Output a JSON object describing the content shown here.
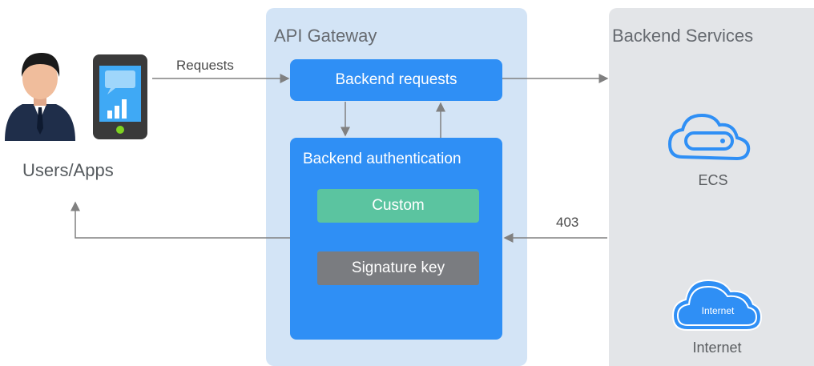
{
  "gateway": {
    "title": "API Gateway",
    "backend_requests_label": "Backend requests",
    "auth": {
      "title": "Backend authentication",
      "custom_label": "Custom",
      "signature_label": "Signature key"
    }
  },
  "backend": {
    "title": "Backend Services",
    "ecs_label": "ECS",
    "internet_cloud_text": "Internet",
    "internet_label": "Internet"
  },
  "users": {
    "label": "Users/Apps"
  },
  "edges": {
    "requests_label": "Requests",
    "forbidden_label": "403"
  },
  "colors": {
    "gateway_panel": "#d3e4f6",
    "backend_panel": "#e3e5e8",
    "primary_blue": "#2f8ff5",
    "custom_green": "#5bc4a0",
    "signature_gray": "#7a7c80",
    "arrow_gray": "#808080"
  }
}
